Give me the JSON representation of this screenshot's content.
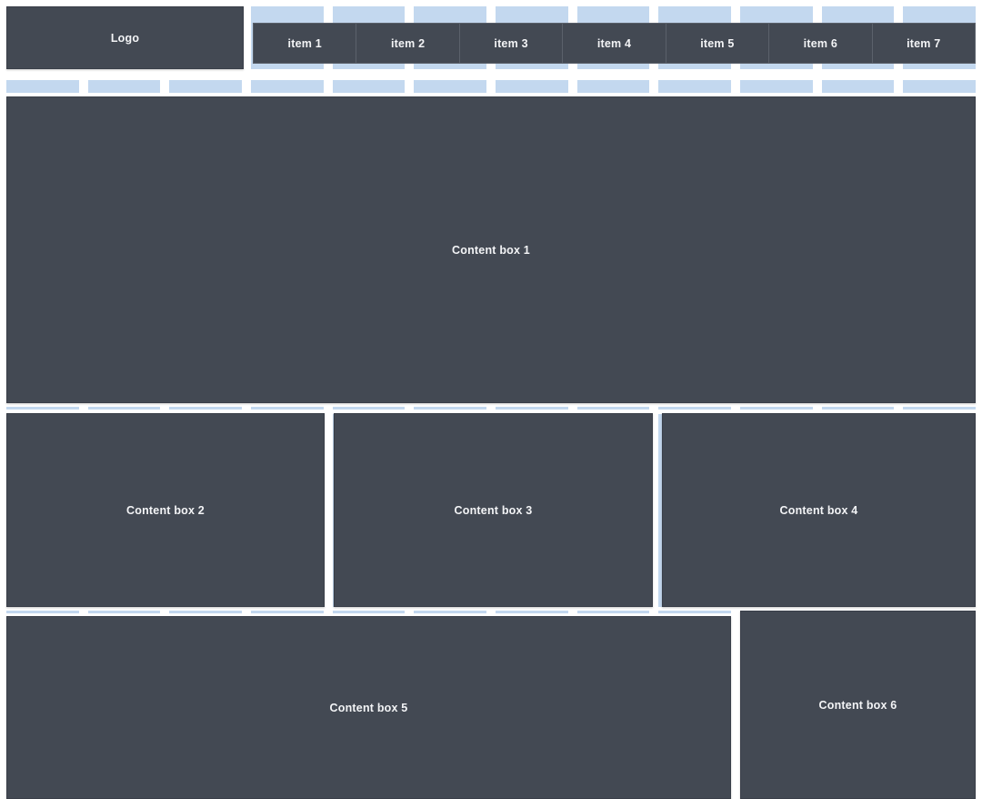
{
  "layout": {
    "name": "12-column grid wireframe",
    "columns": 12,
    "colors": {
      "box_fill": "#434953",
      "column_guide": "#c3d8ef",
      "gutter": "#ffffff",
      "text": "#f3f4f6"
    }
  },
  "header": {
    "logo_label": "Logo",
    "nav_items": [
      {
        "label": "item 1"
      },
      {
        "label": "item 2"
      },
      {
        "label": "item 3"
      },
      {
        "label": "item 4"
      },
      {
        "label": "item 5"
      },
      {
        "label": "item 6"
      },
      {
        "label": "item 7"
      }
    ]
  },
  "main": {
    "boxes": [
      {
        "label": "Content box 1"
      },
      {
        "label": "Content box 2"
      },
      {
        "label": "Content box 3"
      },
      {
        "label": "Content box 4"
      },
      {
        "label": "Content box 5"
      },
      {
        "label": "Content box 6"
      }
    ]
  }
}
